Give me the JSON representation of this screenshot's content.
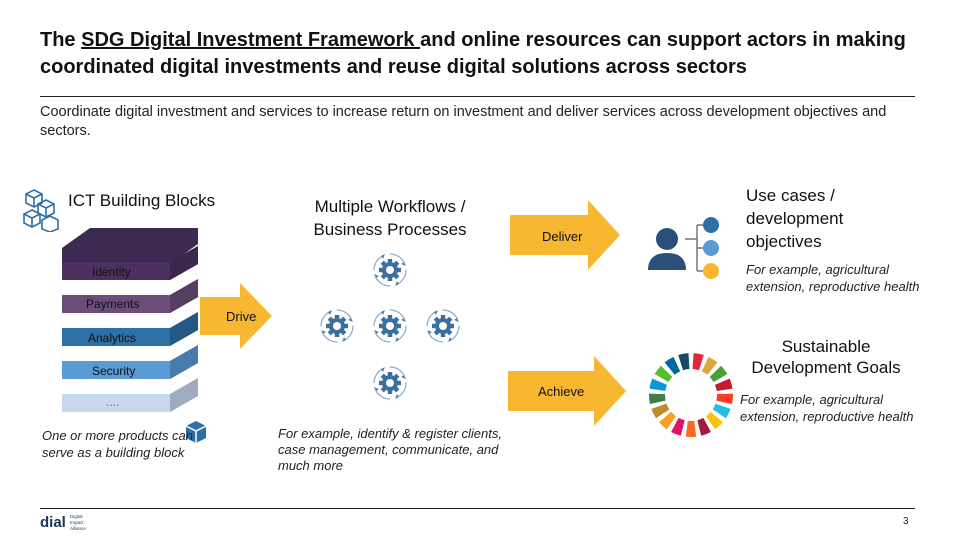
{
  "header": {
    "title_pre": "The ",
    "title_link": "SDG Digital Investment Framework ",
    "title_post": "and online resources can support actors in making coordinated digital investments and reuse digital solutions across sectors",
    "subtitle": "Coordinate digital investment and services to increase return on investment and deliver services across development objectives and sectors."
  },
  "building_blocks": {
    "title": "ICT Building Blocks",
    "layers": [
      "Identity",
      "Payments",
      "Analytics",
      "Security",
      "...."
    ],
    "layer_colors": [
      "#4a2f5f",
      "#6b4d7a",
      "#2e6fa6",
      "#5b9bd5",
      "#c7d7ee"
    ],
    "note": "One or more products can serve as a building block"
  },
  "workflows": {
    "title": "Multiple Workflows / Business Processes",
    "note": "For example, identify & register clients, case management, communicate, and much more"
  },
  "arrows": {
    "drive": "Drive",
    "deliver": "Deliver",
    "achieve": "Achieve",
    "color": "#f7b731"
  },
  "use_cases": {
    "title": "Use cases / development objectives",
    "example": "For example, agricultural extension, reproductive health"
  },
  "sdg": {
    "title": "Sustainable Development Goals",
    "example": "For example, agricultural extension, reproductive health",
    "colors": [
      "#e5243b",
      "#dda63a",
      "#4c9f38",
      "#c5192d",
      "#ff3a21",
      "#26bde2",
      "#fcc30b",
      "#a21942",
      "#fd6925",
      "#dd1367",
      "#fd9d24",
      "#bf8b2e",
      "#3f7e44",
      "#0a97d9",
      "#56c02b",
      "#00689d",
      "#19486a"
    ]
  },
  "footer": {
    "page_number": "3",
    "logo_text": "dial",
    "logo_sub": [
      "Digital",
      "Impact",
      "Alliance"
    ]
  },
  "icons": {
    "cubes": "cubes-icon",
    "gear": "gear-cycle-icon",
    "org": "org-chart-icon",
    "box": "box-icon"
  }
}
